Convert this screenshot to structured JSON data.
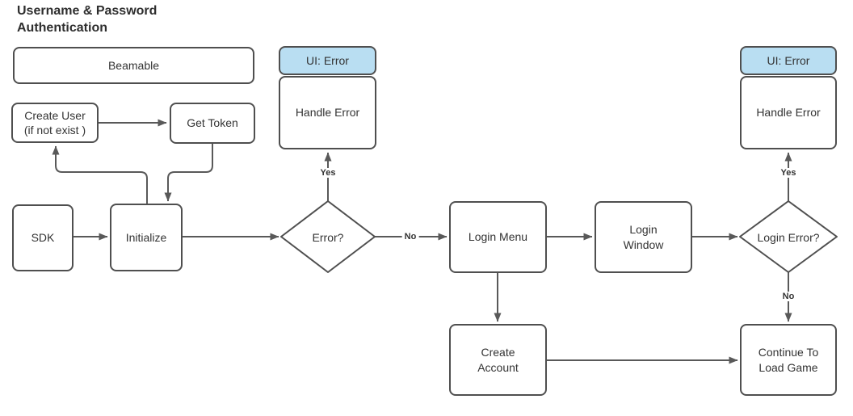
{
  "title": "Username & Password Authentication",
  "nodes": {
    "beamable": {
      "label": "Beamable"
    },
    "create_user": {
      "label": "Create User\n(if not exist )"
    },
    "get_token": {
      "label": "Get Token"
    },
    "sdk": {
      "label": "SDK"
    },
    "initialize": {
      "label": "Initialize"
    },
    "error_decision": {
      "label": "Error?"
    },
    "ui_error_left": {
      "label": "UI: Error"
    },
    "handle_error_left": {
      "label": "Handle Error"
    },
    "login_menu": {
      "label": "Login Menu"
    },
    "login_window": {
      "label": "Login\nWindow"
    },
    "login_error_decision": {
      "label": "Login Error?"
    },
    "ui_error_right": {
      "label": "UI: Error"
    },
    "handle_error_right": {
      "label": "Handle Error"
    },
    "create_account": {
      "label": "Create\nAccount"
    },
    "continue_to_load_game": {
      "label": "Continue To\nLoad Game"
    }
  },
  "edge_labels": {
    "error_yes": "Yes",
    "error_no": "No",
    "login_error_yes": "Yes",
    "login_error_no": "No"
  },
  "colors": {
    "accent_blue": "#b9def2",
    "node_border": "#4f4f4f",
    "connector": "#595959",
    "text": "#333333"
  }
}
